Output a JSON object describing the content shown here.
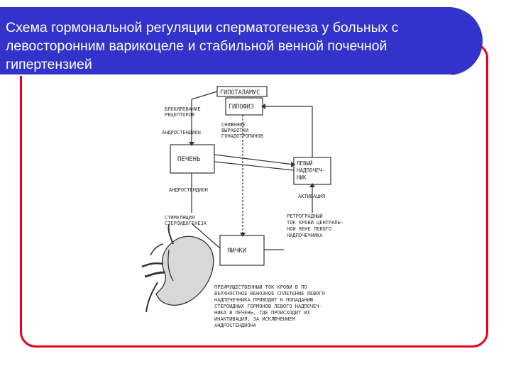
{
  "slide": {
    "title": "Схема гормональной регуляции сперматогенеза у больных с левосторонним варикоцеле и стабильной венной почечной гипертензией"
  },
  "diagram": {
    "boxes": {
      "hypothalamus": "ГИПОТАЛАМУС",
      "pituitary": "ГИПОФИЗ",
      "liver": "ПЕЧЕНЬ",
      "left_adrenal": [
        "ЛЕВЫЙ",
        "НАДПОЧЕЧ-",
        "НИК"
      ],
      "testes": "ЯИЧКИ"
    },
    "labels": {
      "receptor_block": [
        "БЛОКИРОВАНИЕ",
        "РЕЦЕПТОРОВ"
      ],
      "androstenedione_top": "АНДРОСТЕНДИОН",
      "gonadotropin_decrease": [
        "СНИЖЕНИЕ",
        "ВЫРАБОТКИ",
        "ГОНАДОТРОПИНОВ"
      ],
      "androstenedione_mid": "АНДРОСТЕНДИОН",
      "activation": "АКТИВАЦИЯ",
      "steroidogenesis_stim": [
        "СТИМУЛЯЦИЯ",
        "СТЕРОИДОГЕНЕЗА"
      ],
      "retrograde_flow": [
        "РЕТРОГРАДНЫЙ",
        "ТОК КРОВИ ЦЕНТРАЛЬ-",
        "НОЙ ВЕНЕ ЛЕВОГО",
        "НАДПОЧЕЧНИКА"
      ],
      "footnote": [
        "ПРЕИМУЩЕСТВЕННЫЙ ТОК КРОВИ В ПО",
        "ВЕРХНОСТНОЕ ВЕНОЗНОЕ СПЛЕТЕНИЕ ЛЕВОГО",
        "НАДПОЧЕЧНИКА ПРИВОДИТ К ПОПАДАНИЮ",
        "СТЕРОИДНЫХ ГОРМОНОВ ЛЕВОГО НАДПОЧЕЧ-",
        "НИКА В ПЕЧЕНЬ, ГДЕ ПРОИСХОДИТ ИХ",
        "ИНАКТИВАЦИЯ, ЗА ИСКЛЮЧЕНИЕМ",
        "АНДРОСТЕНДИОНА"
      ]
    }
  },
  "colors": {
    "title_bg": "#3333cc",
    "frame": "#e8001c",
    "diagram_ink": "#333333"
  }
}
